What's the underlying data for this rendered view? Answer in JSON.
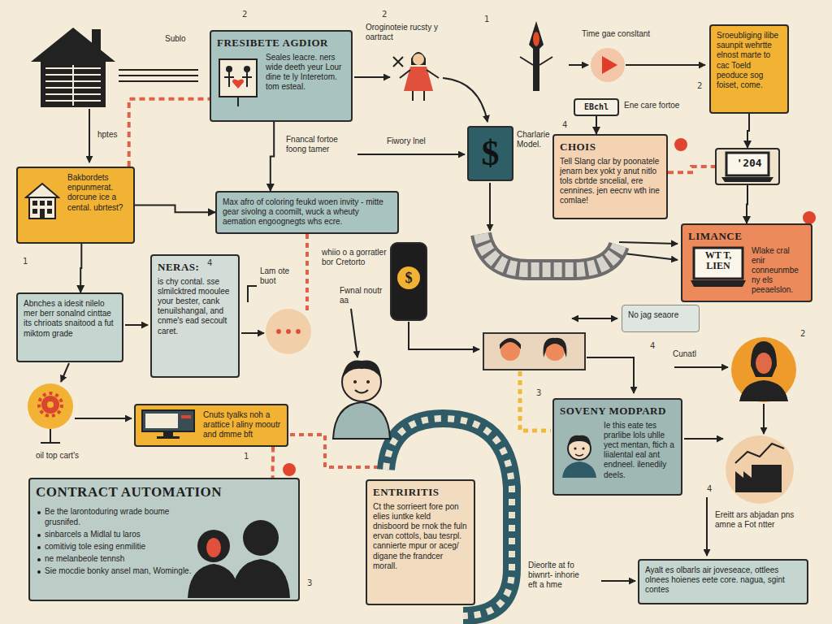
{
  "diagram": {
    "nodes": [
      {
        "text": [
          "FRESIBETE AGDIOR",
          "Seales leacre. ners wide deeth yeur Lour dine te ly Interetom. tom esteal."
        ]
      },
      {
        "text": [
          "EBchl"
        ]
      },
      {
        "text": [
          "Sroeubliging ilibe saunpit wehrtte elnost marte to cac Toeld peoduce sog foiset, come."
        ]
      },
      {
        "text": [
          "$"
        ]
      },
      {
        "text": [
          "CHOIS",
          "Tell Slang clar by poonatele jenarn bex yokt y anut nitlo tols cbrtde sncelial, ere cennines. jen eecnv wth ine comlae!"
        ]
      },
      {
        "text": [
          "'204"
        ]
      },
      {
        "text": [
          "Bakbordets enpunmerat. dorcune ice a cental. ubrtest?"
        ]
      },
      {
        "text": [
          "Max afro of coloring feukd woen invity - mitte gear sivolng a coomilt, wuck a wheuty aemation engoognegts whs ecre."
        ]
      },
      {
        "text": [
          "LIMANCE",
          "WT T, LIEN",
          "Wlake cral enir conneunmbe ny els peeaelslon."
        ]
      },
      {
        "text": [
          "NERAS:",
          "is chy contal. sse slmilcktred mooulee your bester, cank tenuilshangal, and cnme's ead secoult caret."
        ]
      },
      {
        "text": [
          "$"
        ]
      },
      {
        "text": [
          "Abnches a idesit nilelo mer berr sonalnd cinttae its chrioats snaitood a fut miktom grade"
        ]
      },
      {
        "text": [
          "No jag seaore"
        ]
      },
      {
        "text": [
          "Cnuts tyalks noh a arattice l aliny mooutr and dmme bft"
        ]
      },
      {
        "text": [
          "SOVENY MODPARD",
          "Ie this eate tes prarlibe lols uhlle yect mentan, ftich a liialental eal ant endneel. ilenedily deels."
        ]
      },
      {
        "text": [
          "CONTRACT AUTOMATION",
          "Be the larontoduring wrade boume grusnifed.",
          "sinbarcels a Midlal tu laros",
          "comitivig tole esing enmilitie",
          "ne melanbeole tennsh",
          "Sie mocdie bonky ansel man, Womingle."
        ]
      },
      {
        "text": [
          "ENTRIRITIS",
          "Ct the sorrieert fore pon elies iuntke keld dnisboord be rnok the fuln ervan cottols, bau tesrpl. cannierte mpur or aceg/ digane the frandcer morall."
        ]
      },
      {
        "text": [
          "Ayalt es olbarls air joveseace, ottlees olnees hoienes eete core. nagua, sgint contes"
        ]
      }
    ],
    "edges": [
      {
        "from": 6,
        "to": 0,
        "arrow": "none"
      },
      {
        "from": 6,
        "to": 7,
        "arrow": "to"
      },
      {
        "from": 0,
        "to": 7,
        "arrow": "to"
      },
      {
        "from": 6,
        "to": 11,
        "arrow": "to"
      },
      {
        "from": 1,
        "to": 4,
        "arrow": "to"
      },
      {
        "from": 4,
        "to": 5,
        "arrow": "none"
      },
      {
        "from": 2,
        "to": 5,
        "arrow": "to"
      },
      {
        "from": 5,
        "to": 8,
        "arrow": "to"
      },
      {
        "from": 13,
        "to": 15,
        "arrow": "none"
      }
    ],
    "labels": [
      "Sublo",
      "Oroginoteie rucsty y oartract",
      "Time gae consltant",
      "Ene care fortoe",
      "Charlarie Model.",
      "Fnancal fortoe foong tamer",
      "Fiwory lnel",
      "hptes",
      "Lam ote buot",
      "whiio o a gorratler bor Cretorto",
      "Fwnal noutr aa",
      "Cunatl",
      "oil top cart's",
      "Dieorlte at fo biwnrt- inhorie eft a hme",
      "Ereitt ars abjadan pns amne a Fot ntter",
      "2",
      "2",
      "1",
      "4",
      "2",
      "1",
      "4",
      "3",
      "4",
      "2",
      "4",
      "1",
      "3"
    ]
  }
}
